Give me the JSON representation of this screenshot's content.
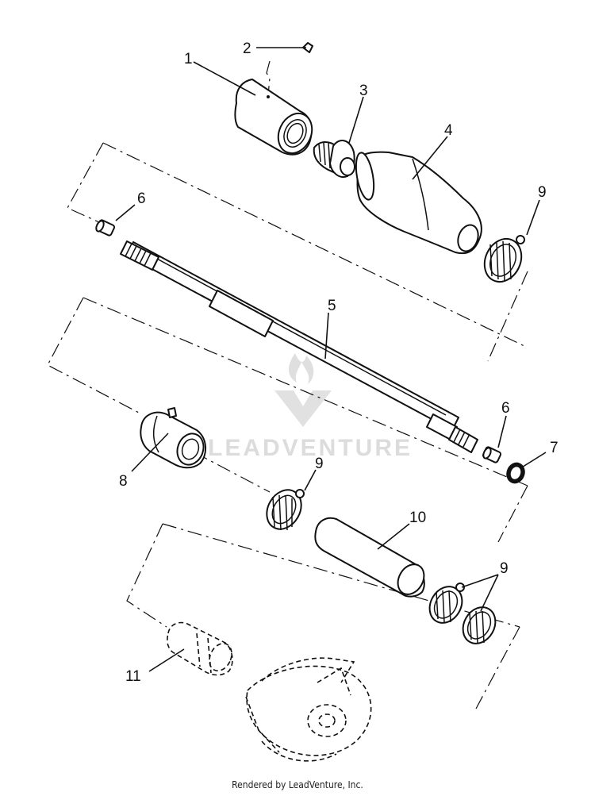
{
  "callouts": {
    "c1": "1",
    "c2": "2",
    "c3": "3",
    "c4": "4",
    "c5": "5",
    "c6a": "6",
    "c6b": "6",
    "c7": "7",
    "c8": "8",
    "c9a": "9",
    "c9b": "9",
    "c9c": "9",
    "c10": "10",
    "c11": "11"
  },
  "watermark": "LEADVENTURE",
  "footer": "Rendered by LeadVenture, Inc."
}
